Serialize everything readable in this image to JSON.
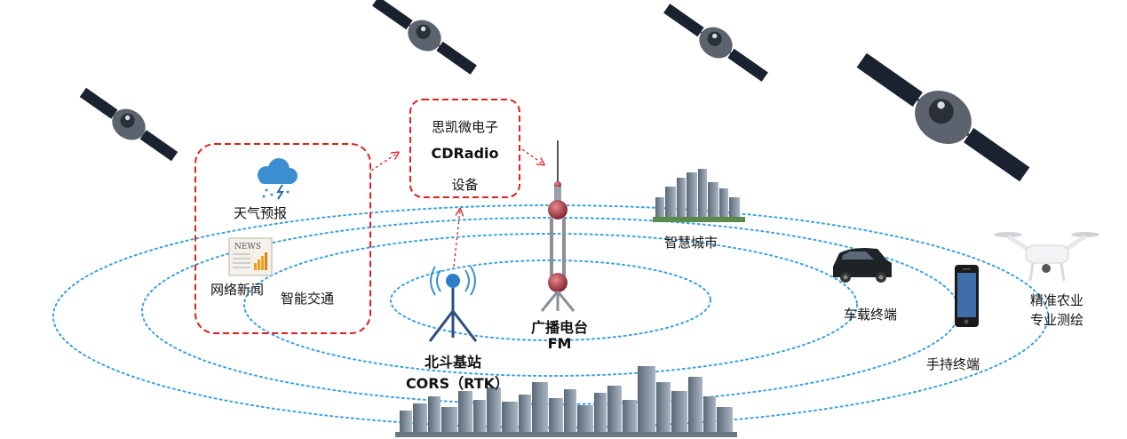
{
  "device_box": {
    "lines": [
      "思凯微电子",
      "CDRadio",
      "设备"
    ]
  },
  "services": {
    "weather": "天气预报",
    "news": "网络新闻",
    "traffic": "智能交通",
    "news_icon_text": "NEWS"
  },
  "base_station": {
    "name": "北斗基站",
    "sub": "CORS（RTK）"
  },
  "fm_tower": {
    "name": "广播电台",
    "sub": "FM"
  },
  "applications": {
    "smart_city": "智慧城市",
    "vehicle": "车载终端",
    "handheld": "手持终端",
    "agriculture": [
      "精准农业",
      "专业测绘"
    ]
  },
  "colors": {
    "dashed_red": "#e02020",
    "ring_blue": "#3aa0e0"
  },
  "icons": [
    "satellite-icon",
    "weather-cloud-icon",
    "newspaper-icon",
    "antenna-icon",
    "tv-tower-icon",
    "city-skyline-icon",
    "car-icon",
    "smartphone-icon",
    "drone-icon"
  ]
}
